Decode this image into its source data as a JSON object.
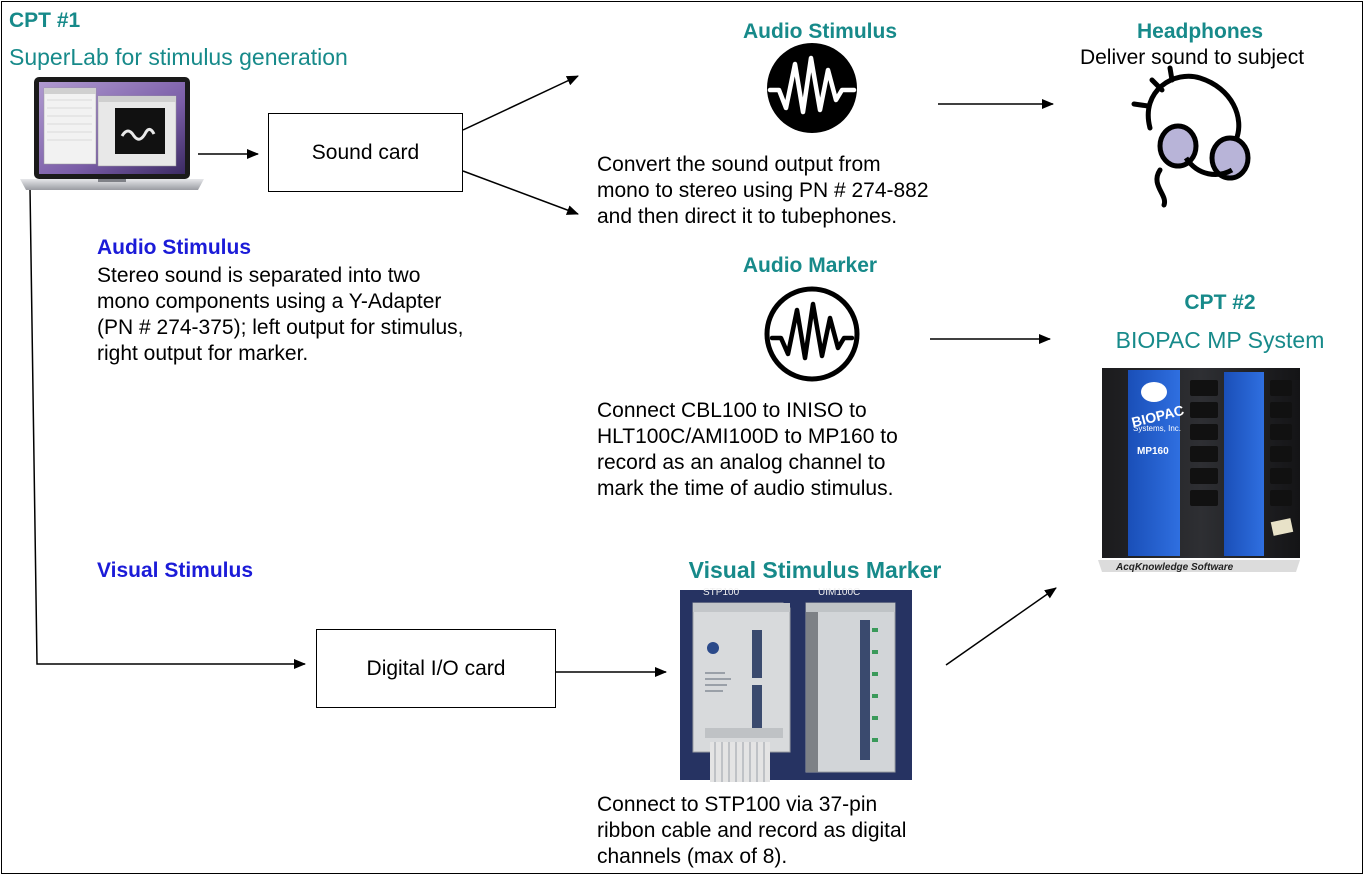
{
  "cpt1": {
    "title": "CPT #1",
    "subtitle": "SuperLab for stimulus generation"
  },
  "sound_card": "Sound card",
  "digital_io_card": "Digital I/O card",
  "audio_stimulus_left": {
    "title": "Audio Stimulus",
    "lines": [
      "Stereo sound is separated into two",
      "mono components using a Y-Adapter",
      "(PN # 274-375); left output for stimulus,",
      "right output for marker."
    ]
  },
  "visual_stimulus_left": {
    "title": "Visual Stimulus"
  },
  "audio_stimulus_center": {
    "title": "Audio Stimulus",
    "lines": [
      "Convert the sound output from",
      "mono to stereo using PN # 274-882",
      "and then direct it to tubephones."
    ]
  },
  "audio_marker": {
    "title": "Audio Marker",
    "lines": [
      "Connect CBL100 to INISO to",
      "HLT100C/AMI100D to MP160 to",
      "record as an analog channel to",
      "mark the time of audio stimulus."
    ]
  },
  "visual_marker": {
    "title": "Visual Stimulus Marker",
    "module_labels": [
      "STP100",
      "UIM100C"
    ],
    "lines": [
      "Connect to STP100 via 37-pin",
      "ribbon cable and record as digital",
      "channels (max of 8)."
    ]
  },
  "headphones": {
    "title": "Headphones",
    "subtitle": "Deliver sound to subject"
  },
  "cpt2": {
    "title": "CPT #2",
    "subtitle": "BIOPAC MP System",
    "device_brand": "BIOPAC",
    "device_brand_sub": "Systems, Inc.",
    "device_model": "MP160",
    "software": "AcqKnowledge Software"
  },
  "colors": {
    "teal": "#178a8a",
    "blue": "#1b1bd8"
  }
}
